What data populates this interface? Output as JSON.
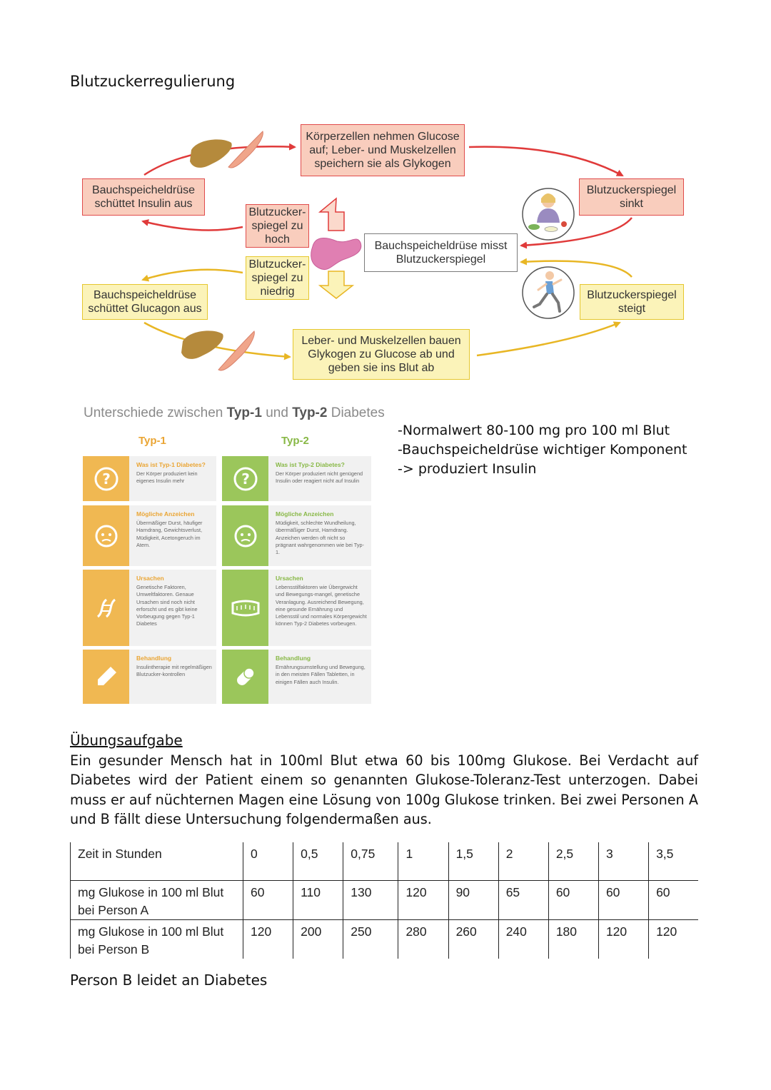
{
  "page": {
    "title": "Blutzuckerregulierung"
  },
  "diagram": {
    "box_cells_store": "Körperzellen nehmen Glucose auf; Leber- und Muskelzellen speichern sie als Glykogen",
    "box_insulin": "Bauchspeicheldrüse schüttet Insulin aus",
    "box_sugar_sinks": "Blutzuckerspiegel sinkt",
    "box_too_high": "Blutzucker-spiegel zu hoch",
    "box_too_low": "Blutzucker-spiegel zu niedrig",
    "box_measures": "Bauchspeicheldrüse misst Blutzuckerspiegel",
    "box_glucagon": "Bauchspeicheldrüse schüttet Glucagon aus",
    "box_sugar_rises": "Blutzuckerspiegel steigt",
    "box_glycogen_to_glucose": "Leber- und Muskelzellen bauen Glykogen zu Glucose ab und geben sie ins Blut ab",
    "colors": {
      "insulin_path": "#e03a3a",
      "glucagon_path": "#e8b624",
      "pancreas": "#e07fb2",
      "liver": "#b58a3c"
    }
  },
  "infographic": {
    "title_prefix": "Unterschiede zwischen ",
    "title_typ1": "Typ-1",
    "title_mid": " und ",
    "title_typ2": "Typ-2",
    "title_suffix": " Diabetes",
    "col_typ1": "Typ-1",
    "col_typ2": "Typ-2",
    "typ1": [
      {
        "icon": "question-head-icon",
        "heading": "Was ist Typ-1 Diabetes?",
        "body": "Der Körper produziert kein eigenes Insulin mehr"
      },
      {
        "icon": "face-icon",
        "heading": "Mögliche Anzeichen",
        "body": "Übermäßiger Durst, häufiger Harndrang, Gewichtsverlust, Müdigkeit, Acetongeruch im Atem."
      },
      {
        "icon": "dna-icon",
        "heading": "Ursachen",
        "body": "Genetische Faktoren, Umweltfaktoren. Genaue Ursachen sind noch nicht erforscht und es gibt keine Vorbeugung gegen Typ-1 Diabetes"
      },
      {
        "icon": "insulin-pen-icon",
        "heading": "Behandlung",
        "body": "Insulintherapie mit regelmäßigen Blutzucker-kontrollen"
      }
    ],
    "typ2": [
      {
        "icon": "question-head-icon",
        "heading": "Was ist Typ-2 Diabetes?",
        "body": "Der Körper produziert nicht genügend Insulin oder reagiert nicht auf Insulin"
      },
      {
        "icon": "face-icon",
        "heading": "Mögliche Anzeichen",
        "body": "Müdigkeit, schlechte Wundheilung, übermäßiger Durst, Harndrang. Anzeichen werden oft nicht so prägnant wahrgenommen wie bei Typ-1."
      },
      {
        "icon": "tape-measure-icon",
        "heading": "Ursachen",
        "body": "Lebensstilfaktoren wie Übergewicht und Bewegungs-mangel, genetische Veranlagung. Ausreichend Bewegung, eine gesunde Ernährung und Lebensstil und normales Körpergewicht können Typ-2 Diabetes vorbeugen."
      },
      {
        "icon": "pill-icon",
        "heading": "Behandlung",
        "body": "Ernährungsumstellung und Bewegung, in den meisten Fällen Tabletten, in einigen Fällen auch Insulin."
      }
    ]
  },
  "notes": [
    "-Normalwert 80-100 mg pro 100 ml Blut",
    "-Bauchspeicheldrüse wichtiger Komponent",
    "-> produziert Insulin"
  ],
  "exercise": {
    "heading": "Übungsaufgabe",
    "text": "Ein gesunder Mensch hat in 100ml Blut etwa 60 bis 100mg Glukose. Bei Verdacht auf Diabetes wird der Patient einem so genannten Glukose-Toleranz-Test unterzogen. Dabei muss er auf nüchternen Magen eine Lösung von 100g Glukose trinken. Bei zwei Personen A und B fällt diese Untersuchung folgendermaßen aus."
  },
  "table": {
    "rows": [
      {
        "label": "Zeit in Stunden",
        "values": [
          "0",
          "0,5",
          "0,75",
          "1",
          "1,5",
          "2",
          "2,5",
          "3",
          "3,5"
        ]
      },
      {
        "label": "mg Glukose in 100 ml Blut bei Person A",
        "values": [
          "60",
          "110",
          "130",
          "120",
          "90",
          "65",
          "60",
          "60",
          "60"
        ]
      },
      {
        "label": "mg Glukose in 100 ml Blut bei Person B",
        "values": [
          "120",
          "200",
          "250",
          "280",
          "260",
          "240",
          "180",
          "120",
          "120"
        ]
      }
    ]
  },
  "conclusion": "Person B leidet an Diabetes"
}
